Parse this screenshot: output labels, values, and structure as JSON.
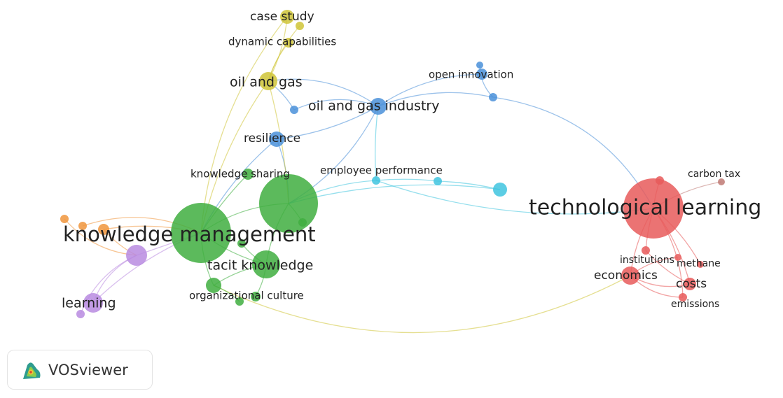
{
  "app": {
    "brand": "VOSviewer"
  },
  "map": {
    "clusters": {
      "red": "#e85a5a",
      "green": "#3fae3f",
      "blue": "#4a90d9",
      "yellow": "#cfc437",
      "purple": "#b98be0",
      "cyan": "#40c4df",
      "orange": "#f0953c",
      "brown": "#c07a74"
    },
    "items": [
      {
        "id": "technological-learning",
        "label": "technological learning",
        "cluster": "red",
        "weight": 5
      },
      {
        "id": "economics",
        "label": "economics",
        "cluster": "red",
        "weight": 2
      },
      {
        "id": "costs",
        "label": "costs",
        "cluster": "red",
        "weight": 1.5
      },
      {
        "id": "emissions",
        "label": "emissions",
        "cluster": "red",
        "weight": 1.2
      },
      {
        "id": "methane",
        "label": "methane",
        "cluster": "red",
        "weight": 1
      },
      {
        "id": "institutions",
        "label": "institutions",
        "cluster": "red",
        "weight": 1.1
      },
      {
        "id": "carbon-tax",
        "label": "carbon tax",
        "cluster": "brown",
        "weight": 1
      },
      {
        "id": "knowledge-management",
        "label": "knowledge management",
        "cluster": "green",
        "weight": 5
      },
      {
        "id": "knowledge-sharing",
        "label": "knowledge sharing",
        "cluster": "green",
        "weight": 4.2
      },
      {
        "id": "tacit-knowledge",
        "label": "tacit knowledge",
        "cluster": "green",
        "weight": 2
      },
      {
        "id": "organizational-culture",
        "label": "organizational culture",
        "cluster": "green",
        "weight": 1.3
      },
      {
        "id": "oil-and-gas-industry",
        "label": "oil and gas industry",
        "cluster": "blue",
        "weight": 2
      },
      {
        "id": "open-innovation",
        "label": "open innovation",
        "cluster": "blue",
        "weight": 1.2
      },
      {
        "id": "resilience",
        "label": "resilience",
        "cluster": "blue",
        "weight": 1.5
      },
      {
        "id": "oil-and-gas",
        "label": "oil and gas",
        "cluster": "yellow",
        "weight": 2
      },
      {
        "id": "case-study",
        "label": "case study",
        "cluster": "yellow",
        "weight": 1.5
      },
      {
        "id": "dynamic-capabilities",
        "label": "dynamic capabilities",
        "cluster": "yellow",
        "weight": 1.2
      },
      {
        "id": "employee-performance",
        "label": "employee performance",
        "cluster": "cyan",
        "weight": 1
      },
      {
        "id": "learning",
        "label": "learning",
        "cluster": "purple",
        "weight": 2
      }
    ]
  }
}
